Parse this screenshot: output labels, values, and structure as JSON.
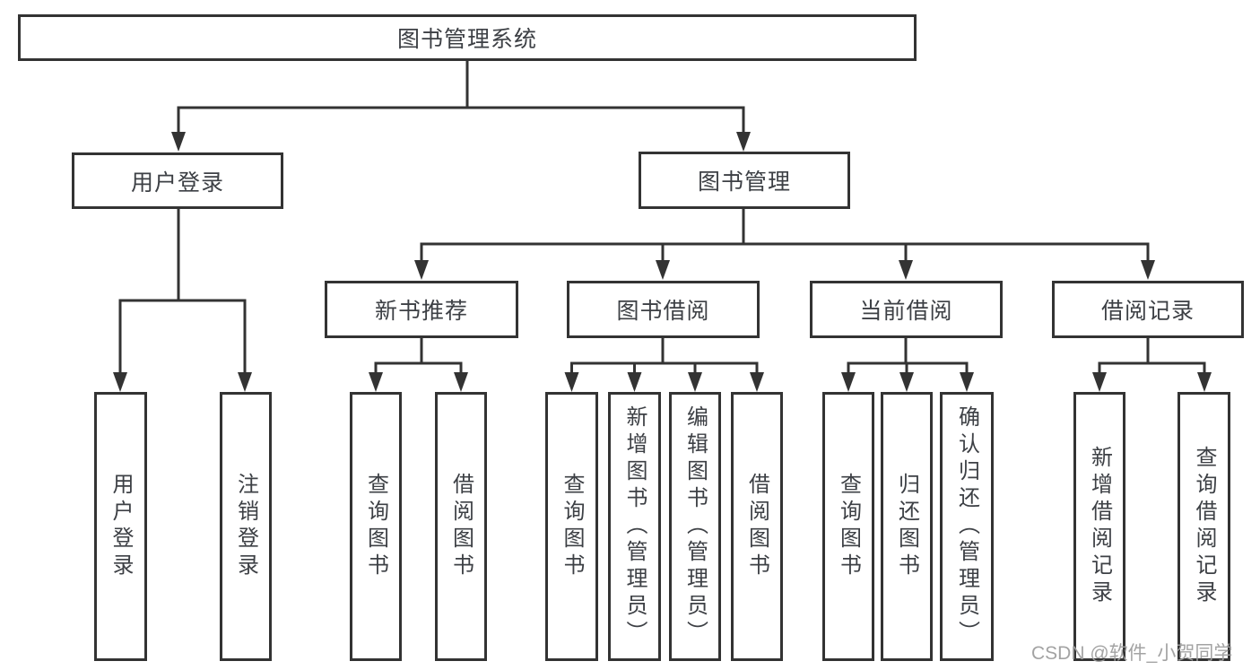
{
  "tree": {
    "root": {
      "label": "图书管理系统",
      "children": [
        {
          "label": "用户登录",
          "children": [
            {
              "label": "用户登录"
            },
            {
              "label": "注销登录"
            }
          ]
        },
        {
          "label": "图书管理",
          "children": [
            {
              "label": "新书推荐",
              "children": [
                {
                  "label": "查询图书"
                },
                {
                  "label": "借阅图书"
                }
              ]
            },
            {
              "label": "图书借阅",
              "children": [
                {
                  "label": "查询图书"
                },
                {
                  "label": "新增图书（管理员）"
                },
                {
                  "label": "编辑图书（管理员）"
                },
                {
                  "label": "借阅图书"
                }
              ]
            },
            {
              "label": "当前借阅",
              "children": [
                {
                  "label": "查询图书"
                },
                {
                  "label": "归还图书"
                },
                {
                  "label": "确认归还（管理员）"
                }
              ]
            },
            {
              "label": "借阅记录",
              "children": [
                {
                  "label": "新增借阅记录"
                },
                {
                  "label": "查询借阅记录"
                }
              ]
            }
          ]
        }
      ]
    }
  },
  "watermark": {
    "text": "CSDN @软件_小贺同学"
  },
  "colors": {
    "line": "#333333",
    "box_border": "#333333",
    "text": "#3d4045",
    "background": "#ffffff",
    "watermark": "#9e9e9e"
  }
}
